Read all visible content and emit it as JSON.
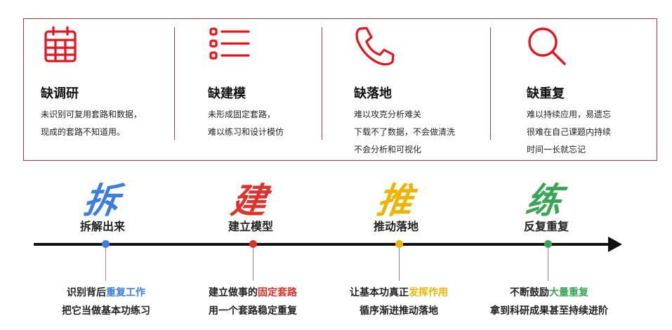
{
  "colors": {
    "accent_red": "#e8131d",
    "panel_border": "#9b3a49",
    "blue": "#3b7de3",
    "red": "#e0312b",
    "yellow": "#f0b400",
    "green": "#3aa655"
  },
  "problems": [
    {
      "icon": "calendar-icon",
      "title": "缺调研",
      "lines": [
        "未识别可复用套路和数据，",
        "现成的套路不知道用。"
      ]
    },
    {
      "icon": "list-icon",
      "title": "缺建模",
      "lines": [
        "未形成固定套路，",
        "难以练习和设计模仿"
      ]
    },
    {
      "icon": "phone-icon",
      "title": "缺落地",
      "lines": [
        "难以攻克分析难关",
        "下载不了数据，不会做清洗",
        "不会分析和可视化"
      ]
    },
    {
      "icon": "search-icon",
      "title": "缺重复",
      "lines": [
        "难以持续应用，易遗忘",
        "很难在自己课题内持续",
        "时间一长就忘记"
      ]
    }
  ],
  "stages": [
    {
      "char": "拆",
      "label": "拆解出来",
      "desc1_pre": "识别背后",
      "desc1_hl": "重复工作",
      "desc1_post": "",
      "desc2": "把它当做基本功练习"
    },
    {
      "char": "建",
      "label": "建立模型",
      "desc1_pre": "建立做事的",
      "desc1_hl": "固定套路",
      "desc1_post": "",
      "desc2": "用一个套路稳定重复"
    },
    {
      "char": "推",
      "label": "推动落地",
      "desc1_pre": "让基本功真正",
      "desc1_hl": "发挥作用",
      "desc1_post": "",
      "desc2": "循序渐进推动落地"
    },
    {
      "char": "练",
      "label": "反复重复",
      "desc1_pre": "不断鼓励",
      "desc1_hl": "大量重复",
      "desc1_post": "",
      "desc2": "拿到科研成果甚至持续进阶"
    }
  ]
}
